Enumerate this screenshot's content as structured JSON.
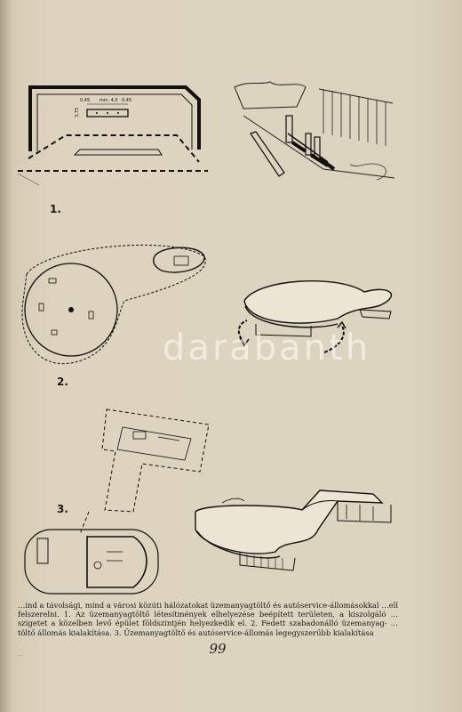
{
  "figures": [
    {
      "number": "1.",
      "dimensions": {
        "left": "0,45",
        "middle": "min. 4,0",
        "right": "0,45",
        "vertical": "3,75"
      }
    },
    {
      "number": "2."
    },
    {
      "number": "3."
    }
  ],
  "watermark": "darabanth",
  "caption": "…ind a távolsági, mind a városi közúti hálózatokat üzemanyagtöltő és autóservice-állomásokkal …ell felszerelni. 1. Az üzemanyagtöltő létesítmények elhelyezése beépített területen, a kiszolgáló …szigetet a közelben levő épület földszintjén helyezkedik el. 2. Fedett szabadonálló üzemanyag- …töltő állomás kialakítása. 3. Üzemanyagtöltő és autóservice-állomás legegyszerűbb kialakítása",
  "page_number": "99",
  "footer_mark": "…"
}
